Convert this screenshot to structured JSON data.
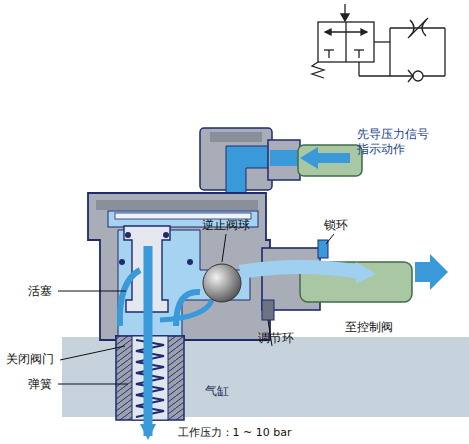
{
  "diagram": {
    "caption": "工作压力：1 ~ 10 bar",
    "nodes": [
      {
        "text": [
          "气缸"
        ]
      }
    ],
    "labels": [
      "先导压力信号 指示动作",
      "逆止阀球",
      "锁环",
      "活塞",
      "至控制阀",
      "关闭阀门",
      "弹簧",
      "调节环"
    ]
  }
}
